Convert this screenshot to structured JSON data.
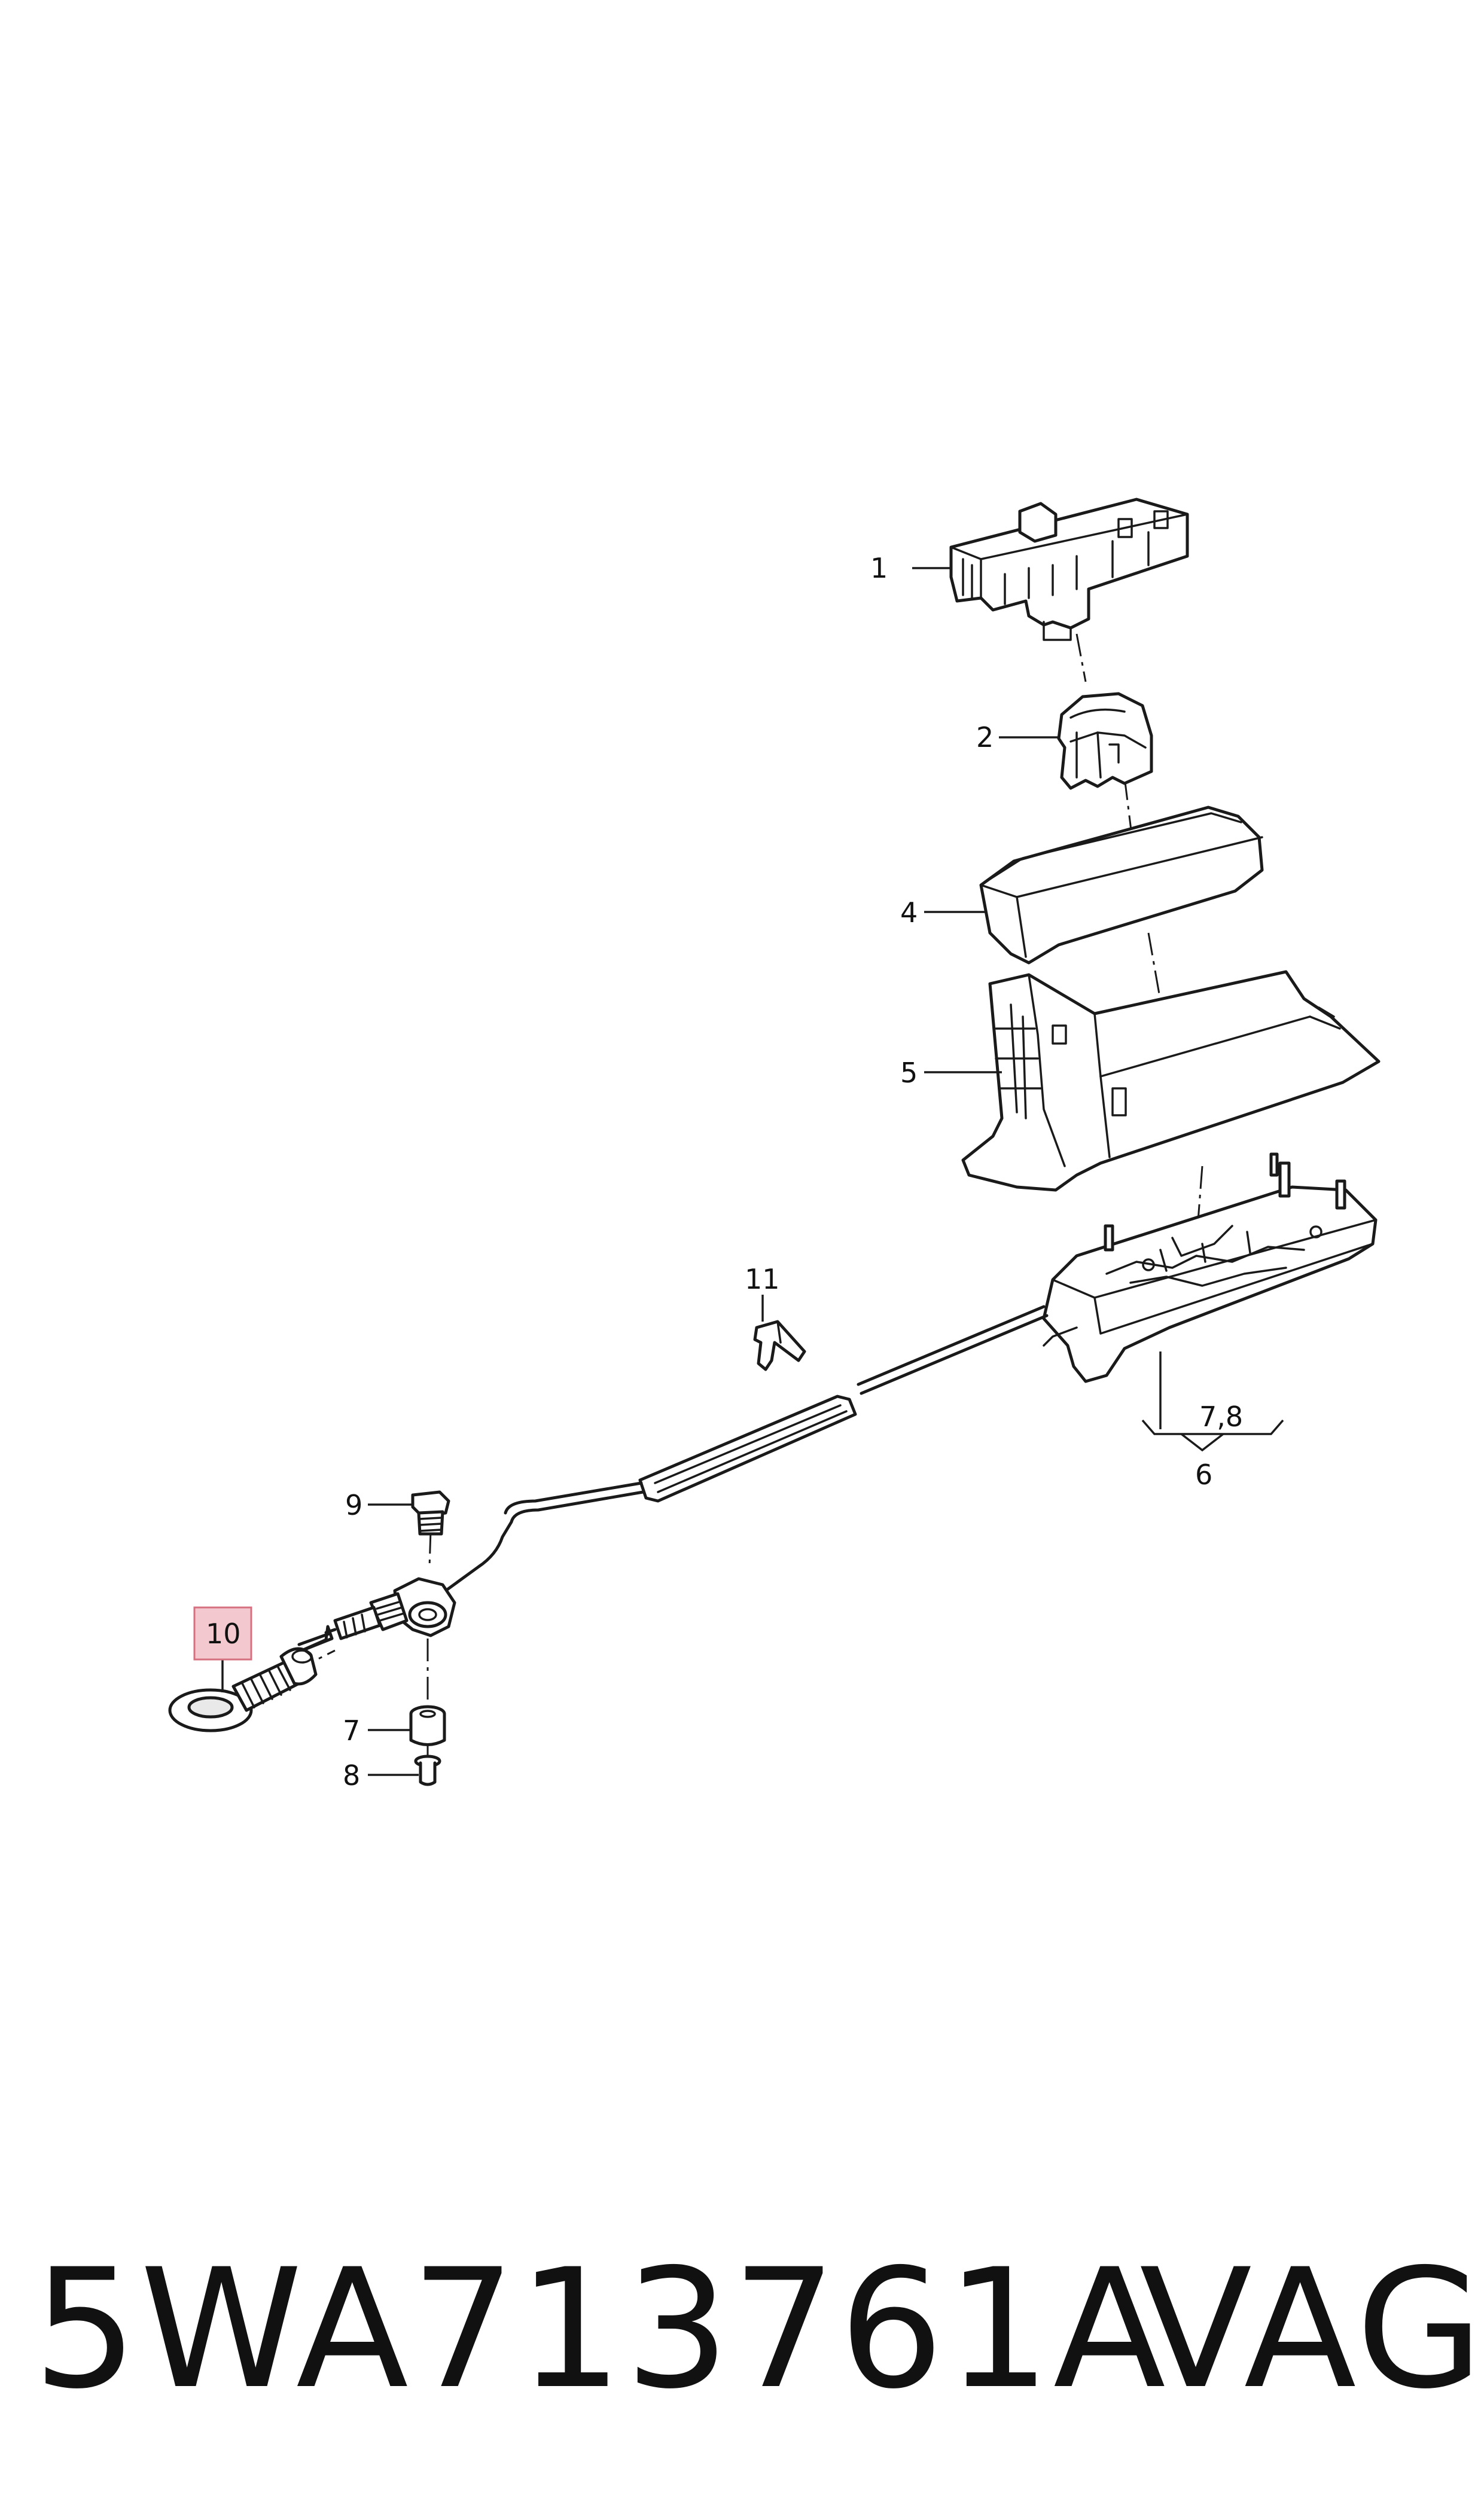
{
  "diagram": {
    "callouts": {
      "c1": "1",
      "c2": "2",
      "c4": "4",
      "c5": "5",
      "c6": "6",
      "c78": "7,8",
      "c7": "7",
      "c8": "8",
      "c9": "9",
      "c10": "10",
      "c11": "11"
    },
    "highlighted_callout": "10",
    "highlight_color": "#f3c9cf",
    "highlight_border": "#d4707f"
  },
  "caption": {
    "part_number": "5WA713761A",
    "brand": "VAG"
  }
}
